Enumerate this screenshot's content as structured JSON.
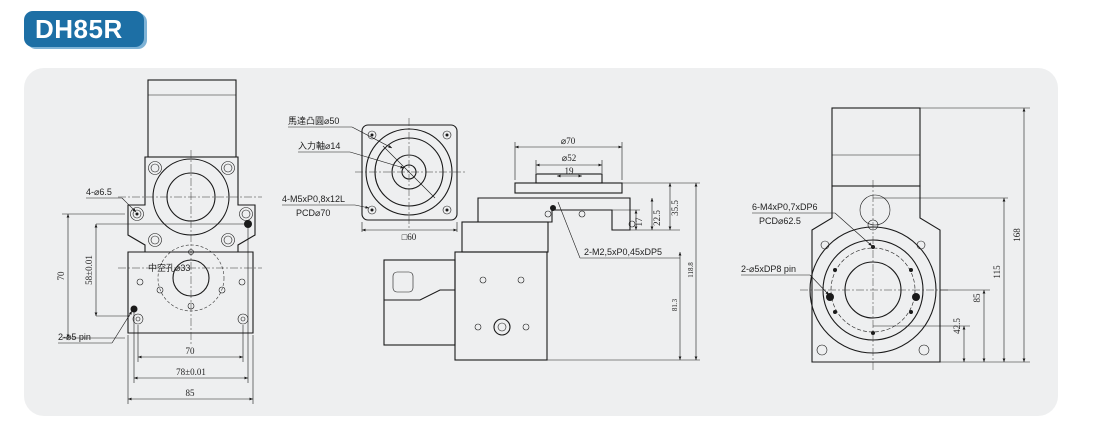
{
  "header": {
    "model": "DH85R"
  },
  "views": {
    "left": {
      "holes": "4-⌀6.5",
      "center_hole": "中空孔⌀33",
      "pins": "2-⌀5 pin",
      "dim_70_v": "70",
      "dim_58": "58±0.01",
      "dim_70_h": "70",
      "dim_78": "78±0.01",
      "dim_85": "85"
    },
    "flange": {
      "motor_boss": "馬達凸圓⌀50",
      "input_shaft": "入力軸⌀14",
      "tap": "4-M5xP0,8x12L",
      "pcd": "PCD⌀70",
      "square": "□60"
    },
    "side": {
      "dim_70": "⌀70",
      "dim_52": "⌀52",
      "dim_19": "19",
      "dim_17": "17",
      "dim_22_5": "22.5",
      "dim_35_5": "35.5",
      "dim_81_3": "81.3",
      "dim_118_8": "118.8",
      "tap": "2-M2,5xP0,45xDP5"
    },
    "right": {
      "tap": "6-M4xP0,7xDP6",
      "pcd": "PCD⌀62.5",
      "pins": "2-⌀5xDP8 pin",
      "dim_168": "168",
      "dim_115": "115",
      "dim_85": "85",
      "dim_42_5": "42.5"
    }
  }
}
